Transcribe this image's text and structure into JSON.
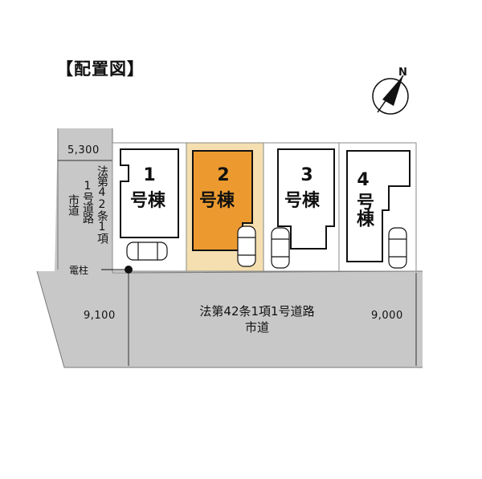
{
  "title": "【配置図】",
  "north_label": "N",
  "dimensions": {
    "frontage_side_road": "5,300",
    "main_road_left": "9,100",
    "main_road_right": "9,000"
  },
  "utility_pole_label": "電柱",
  "side_road": {
    "line1": "法第42条1項",
    "line2": "1号道路",
    "line3": "市道"
  },
  "main_road": {
    "line1": "法第42条1項1号道路",
    "line2": "市道"
  },
  "buildings": [
    {
      "num": "1",
      "name": "号棟",
      "highlighted": false
    },
    {
      "num": "2",
      "name": "号棟",
      "highlighted": true
    },
    {
      "num": "3",
      "name": "号棟",
      "highlighted": false
    },
    {
      "num": "4",
      "name": "号棟",
      "highlighted": false
    }
  ],
  "colors": {
    "road": "#c8c8c8",
    "highlight_lot": "#f5dfb0",
    "highlight_building": "#ec9a30"
  }
}
